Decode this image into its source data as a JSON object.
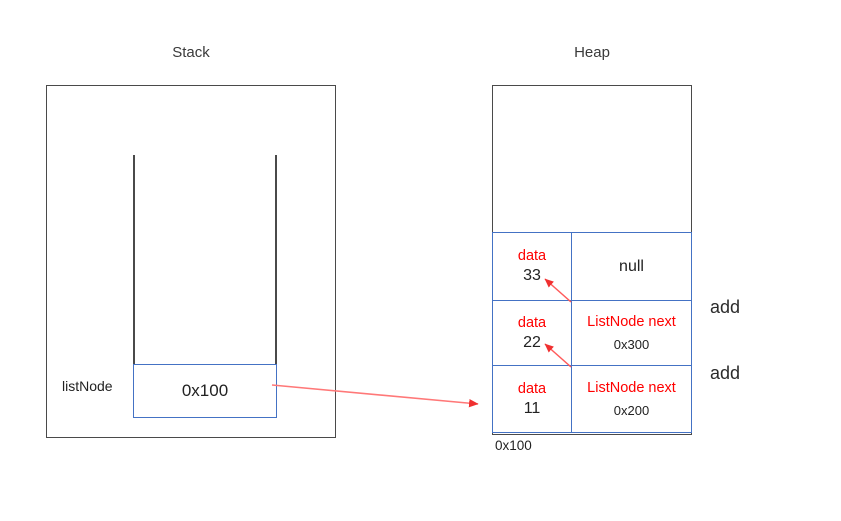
{
  "diagram": {
    "title_stack": "Stack",
    "title_heap": "Heap"
  },
  "stack": {
    "variable_label": "listNode",
    "variable_value": "0x100"
  },
  "heap": {
    "base_address_caption": "0x100",
    "nodes": [
      {
        "data_field_name": "data",
        "data_value": "33",
        "next_field_name": "null",
        "next_value": ""
      },
      {
        "data_field_name": "data",
        "data_value": "22",
        "next_field_name": "ListNode next",
        "next_value": "0x300"
      },
      {
        "data_field_name": "data",
        "data_value": "11",
        "next_field_name": "ListNode next",
        "next_value": "0x200"
      }
    ]
  },
  "annotations": {
    "add_top": "add",
    "add_bottom": "add"
  },
  "colors": {
    "field_name_red": "#ff0000",
    "box_blue": "#4472c4",
    "region_border": "#4a4a4a",
    "arrow_red": "#ff4d4d",
    "text": "#222222"
  }
}
